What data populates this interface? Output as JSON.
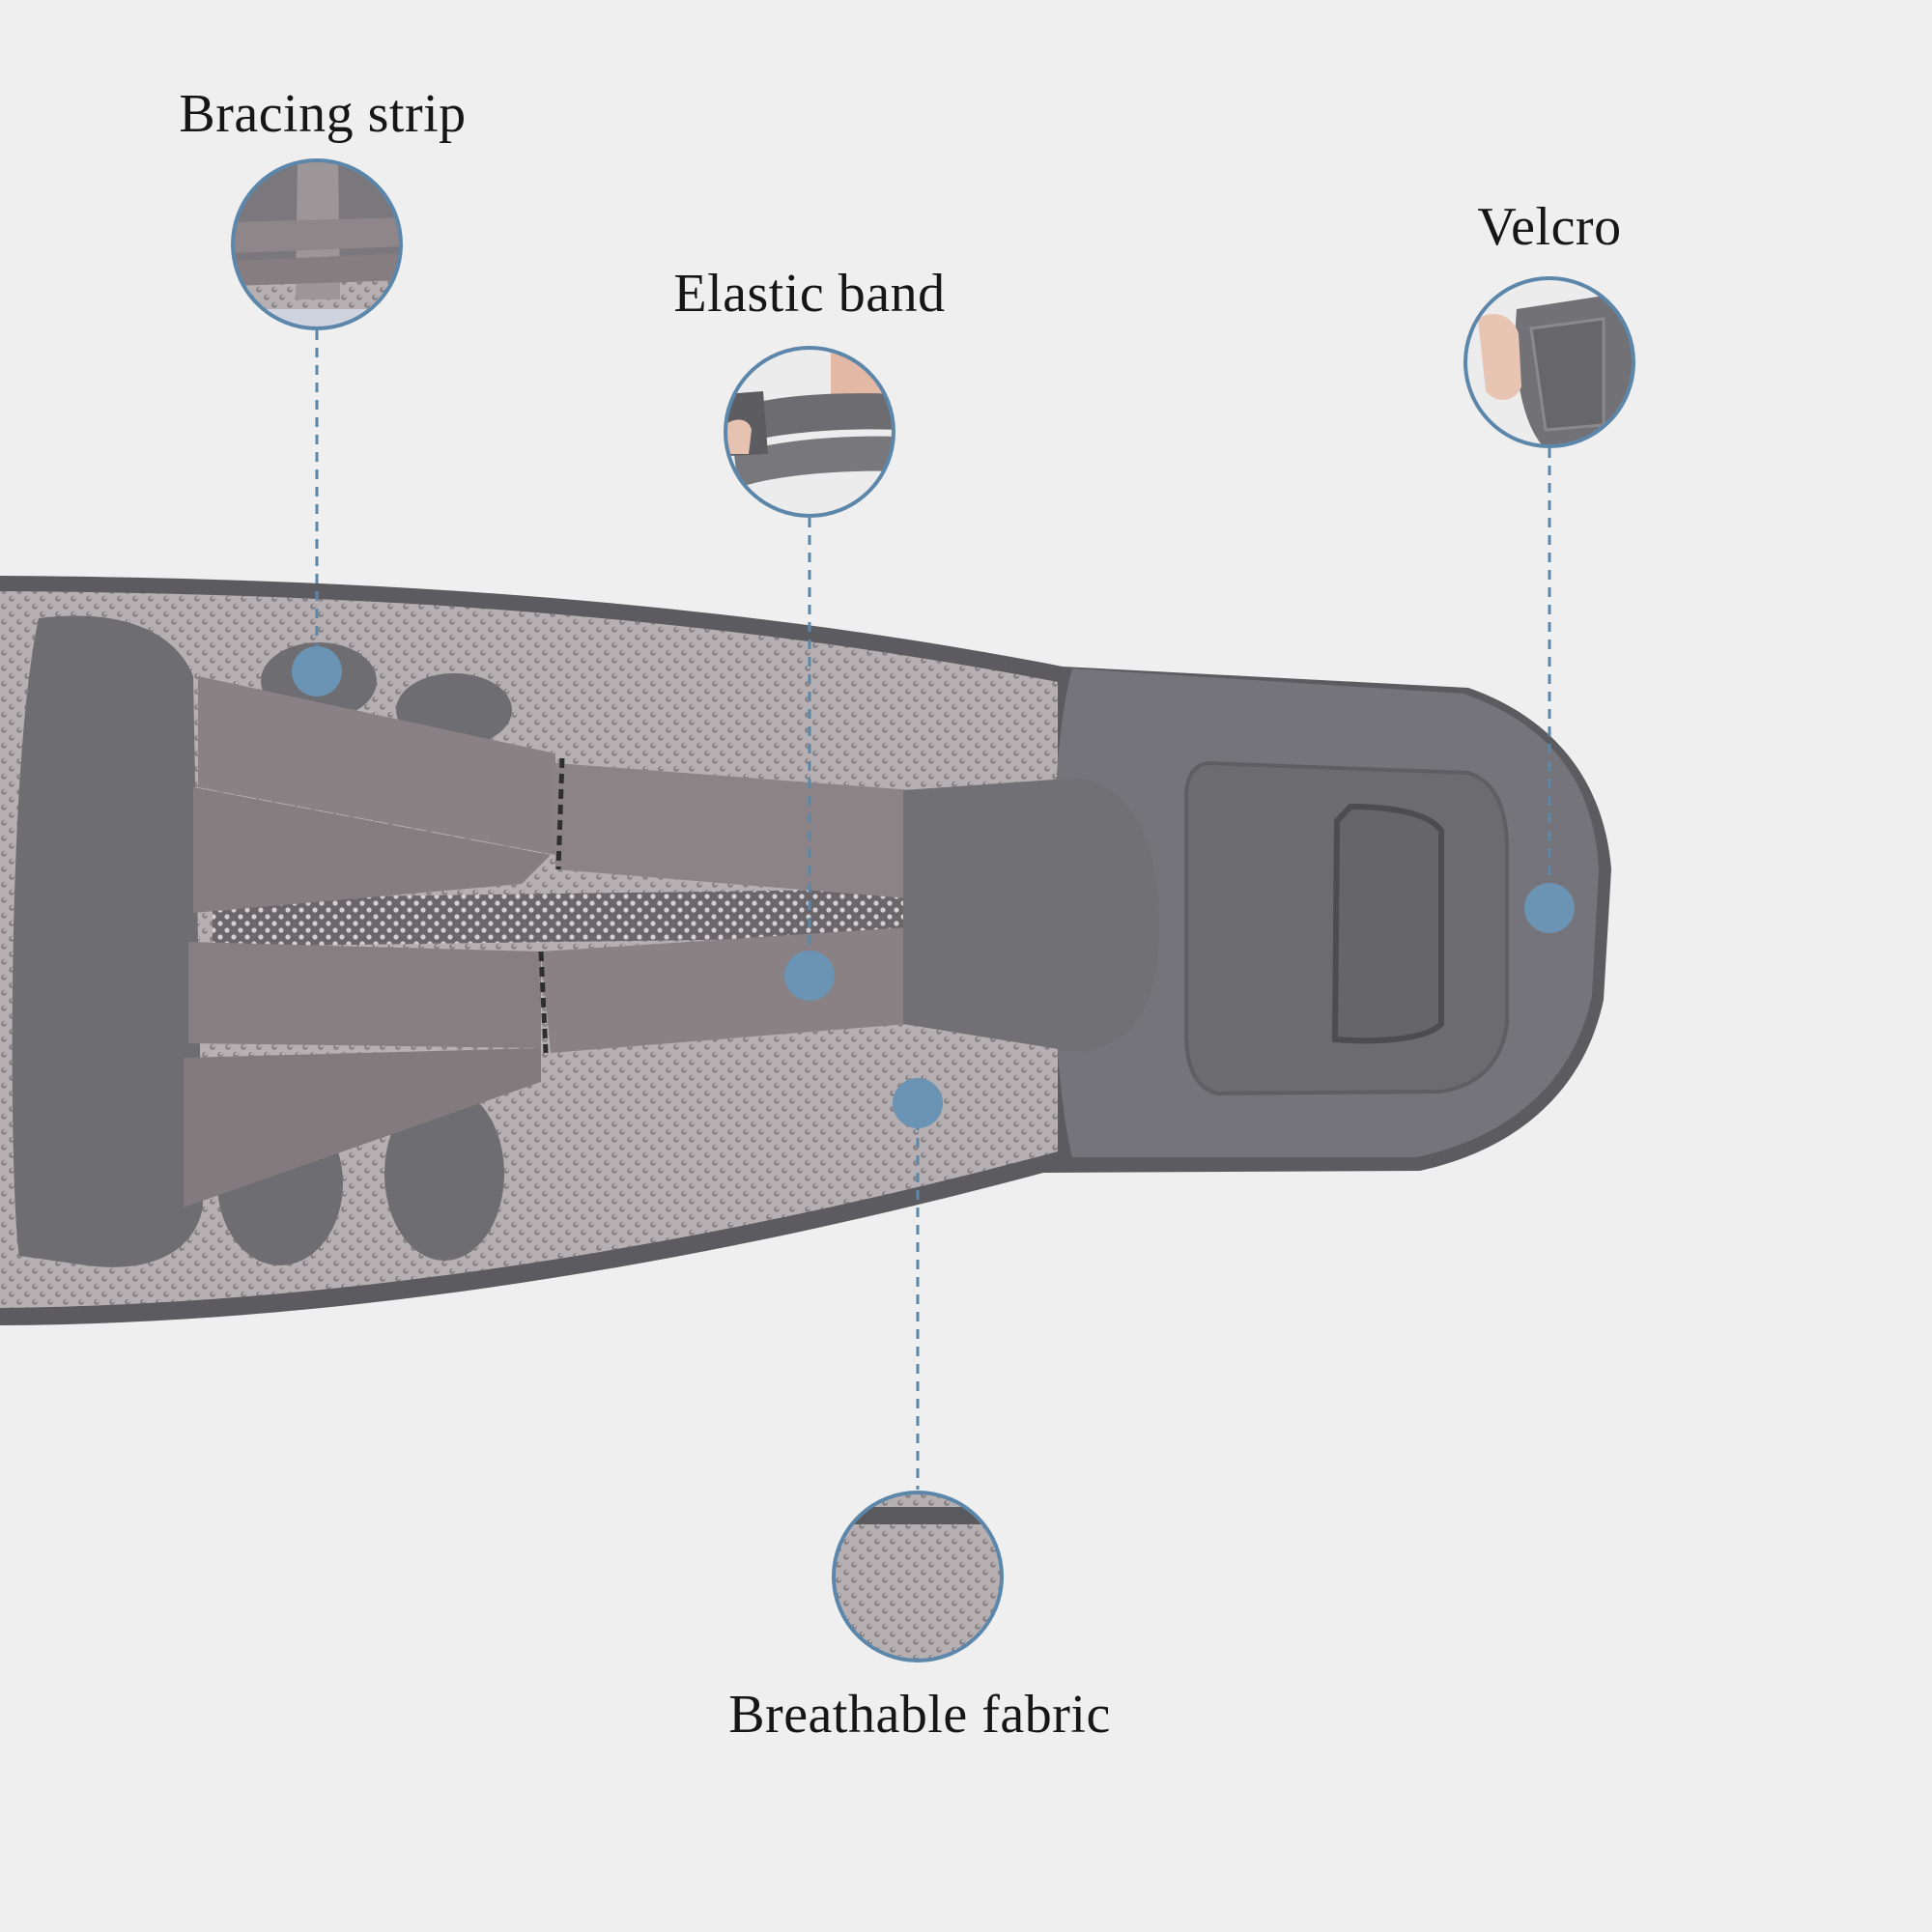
{
  "callouts": {
    "bracing_strip": "Bracing strip",
    "elastic_band": "Elastic band",
    "velcro": "Velcro",
    "breathable_fabric": "Breathable fabric"
  },
  "colors": {
    "background": "#efefef",
    "marker": "#6b93b3",
    "leader_line": "#5c87aa",
    "belt_gray": "#6f6f73",
    "strap_taupe": "#8b8285",
    "mesh": "#b3adb0"
  }
}
